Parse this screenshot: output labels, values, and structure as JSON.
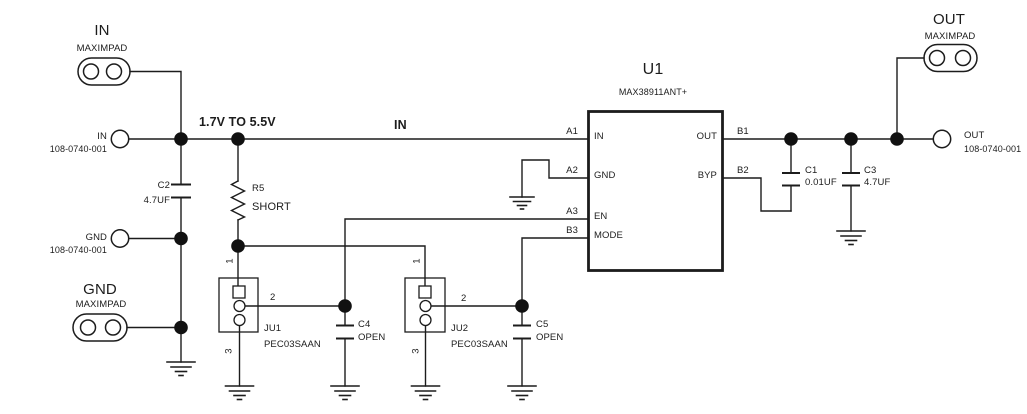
{
  "pads": {
    "in": {
      "title": "IN",
      "type": "MAXIMPAD"
    },
    "gnd": {
      "title": "GND",
      "type": "MAXIMPAD"
    },
    "out": {
      "title": "OUT",
      "type": "MAXIMPAD"
    }
  },
  "terminals": {
    "in": {
      "name": "IN",
      "part": "108-0740-001"
    },
    "gnd": {
      "name": "GND",
      "part": "108-0740-001"
    },
    "out": {
      "name": "OUT",
      "part": "108-0740-001"
    }
  },
  "nets": {
    "input_range": "1.7V TO 5.5V",
    "in": "IN"
  },
  "ic": {
    "ref": "U1",
    "part": "MAX38911ANT+",
    "pins": {
      "a1": {
        "num": "A1",
        "name": "IN"
      },
      "a2": {
        "num": "A2",
        "name": "GND"
      },
      "a3": {
        "num": "A3",
        "name": "EN"
      },
      "b3": {
        "num": "B3",
        "name": "MODE"
      },
      "b1": {
        "num": "B1",
        "name": "OUT"
      },
      "b2": {
        "num": "B2",
        "name": "BYP"
      }
    }
  },
  "resistors": {
    "r5": {
      "ref": "R5",
      "value": "SHORT"
    }
  },
  "capacitors": {
    "c1": {
      "ref": "C1",
      "value": "0.01UF"
    },
    "c2": {
      "ref": "C2",
      "value": "4.7UF"
    },
    "c3": {
      "ref": "C3",
      "value": "4.7UF"
    },
    "c4": {
      "ref": "C4",
      "value": "OPEN"
    },
    "c5": {
      "ref": "C5",
      "value": "OPEN"
    }
  },
  "jumpers": {
    "ju1": {
      "ref": "JU1",
      "part": "PEC03SAAN",
      "pin1": "1",
      "pin2": "2",
      "pin3": "3"
    },
    "ju2": {
      "ref": "JU2",
      "part": "PEC03SAAN",
      "pin1": "1",
      "pin2": "2",
      "pin3": "3"
    }
  },
  "colors": {
    "line": "#1c1c1c",
    "background": "#ffffff"
  }
}
